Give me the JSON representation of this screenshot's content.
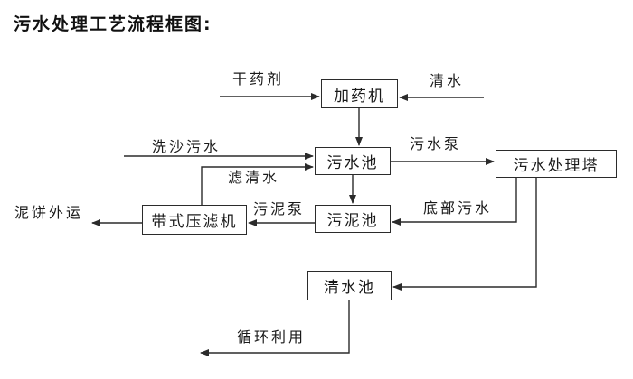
{
  "title": "污水处理工艺流程框图:",
  "nodes": {
    "dosing_machine": {
      "label": "加药机"
    },
    "sewage_pool": {
      "label": "污水池"
    },
    "treatment_tower": {
      "label": "污水处理塔"
    },
    "sludge_pool": {
      "label": "污泥池"
    },
    "belt_filter_press": {
      "label": "带式压滤机"
    },
    "clear_water_pool": {
      "label": "清水池"
    }
  },
  "edge_labels": {
    "dry_agent": "干药剂",
    "clear_water_in": "清水",
    "sand_washing_sewage": "洗沙污水",
    "filtered_water": "滤清水",
    "sewage_pump": "污水泵",
    "bottom_sewage": "底部污水",
    "sludge_pump": "污泥泵",
    "mud_cake_out": "泥饼外运",
    "recycle_use": "循环利用"
  },
  "colors": {
    "line": "#2b2b2b",
    "text": "#1a1a1a",
    "background": "#ffffff"
  }
}
